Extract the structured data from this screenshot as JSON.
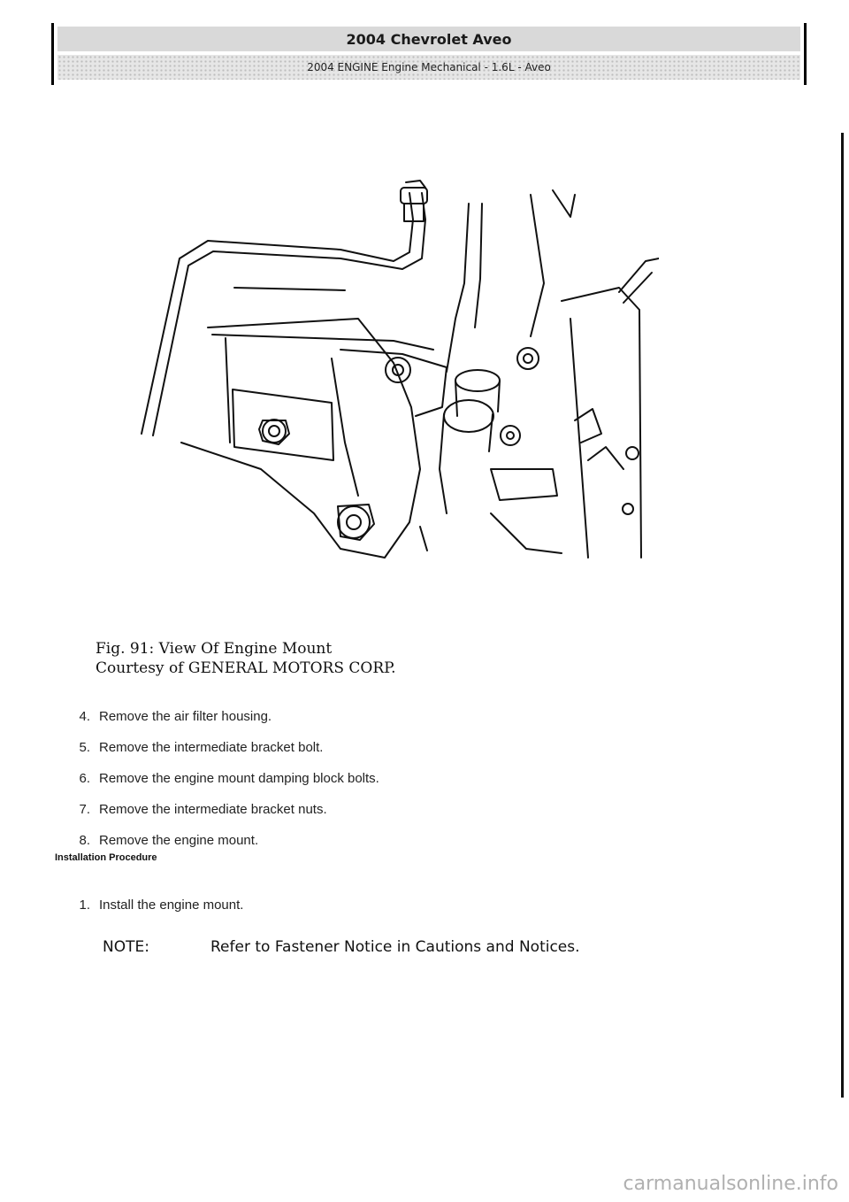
{
  "header": {
    "title": "2004 Chevrolet Aveo",
    "subtitle": "2004 ENGINE Engine Mechanical - 1.6L - Aveo"
  },
  "figure": {
    "caption_line1": "Fig. 91: View Of Engine Mount",
    "caption_line2": "Courtesy of GENERAL MOTORS CORP."
  },
  "removal_steps": [
    {
      "num": "4.",
      "text": "Remove the air filter housing."
    },
    {
      "num": "5.",
      "text": "Remove the intermediate bracket bolt."
    },
    {
      "num": "6.",
      "text": "Remove the engine mount damping block bolts."
    },
    {
      "num": "7.",
      "text": "Remove the intermediate bracket nuts."
    },
    {
      "num": "8.",
      "text": "Remove the engine mount."
    }
  ],
  "installation": {
    "heading": "Installation Procedure",
    "steps": [
      {
        "num": "1.",
        "text": "Install the engine mount."
      }
    ]
  },
  "note": {
    "label": "NOTE:",
    "text": "Refer to Fastener Notice in Cautions and Notices."
  },
  "watermark": "carmanualsonline.info"
}
